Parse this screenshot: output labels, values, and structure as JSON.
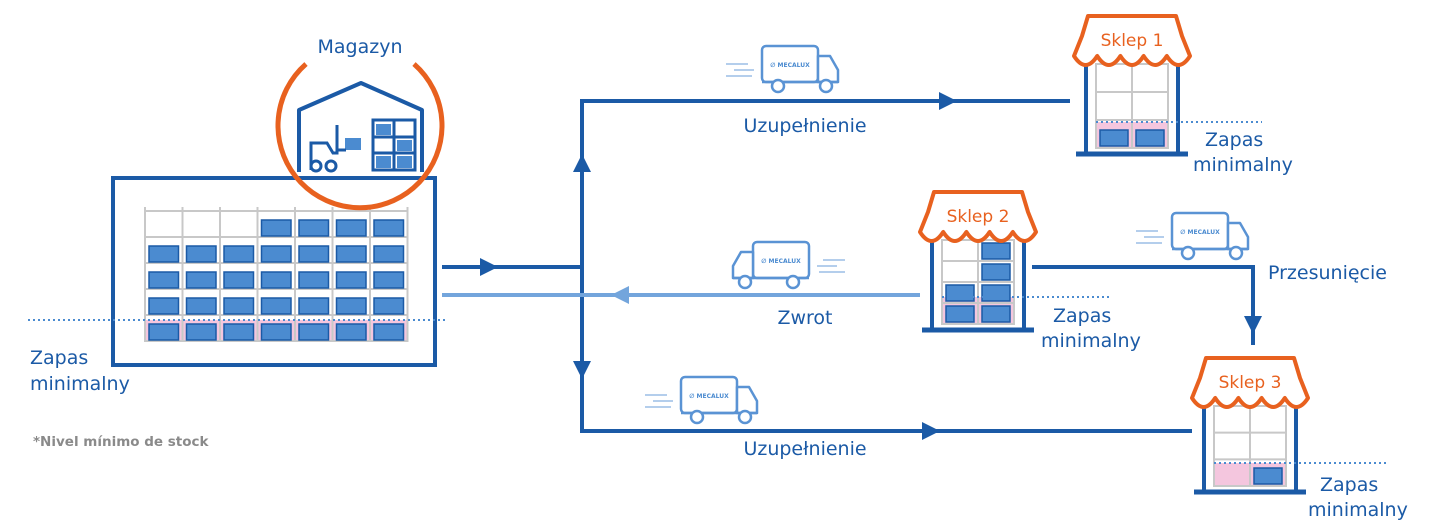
{
  "warehouse": {
    "label": "Magazyn",
    "min_stock_label": [
      "Zapas",
      "minimalny"
    ]
  },
  "shops": [
    {
      "label": "Sklep 1",
      "min_stock_label": [
        "Zapas",
        "minimalny"
      ]
    },
    {
      "label": "Sklep 2",
      "min_stock_label": [
        "Zapas",
        "minimalny"
      ]
    },
    {
      "label": "Sklep 3",
      "min_stock_label": [
        "Zapas",
        "minimalny"
      ]
    }
  ],
  "flows": {
    "replenishment_top": "Uzupełnienie",
    "return": "Zwrot",
    "transfer": "Przesunięcie",
    "replenishment_bottom": "Uzupełnienie"
  },
  "truck_brand": "MECALUX",
  "footnote": "*Nivel mínimo de stock",
  "colors": {
    "dark_blue": "#1b5aa6",
    "light_blue": "#73a5dc",
    "orange": "#e8611f",
    "box_blue": "#4b8bd0",
    "pink": "#f4c6de",
    "rack_gray": "#c8c8c8"
  }
}
